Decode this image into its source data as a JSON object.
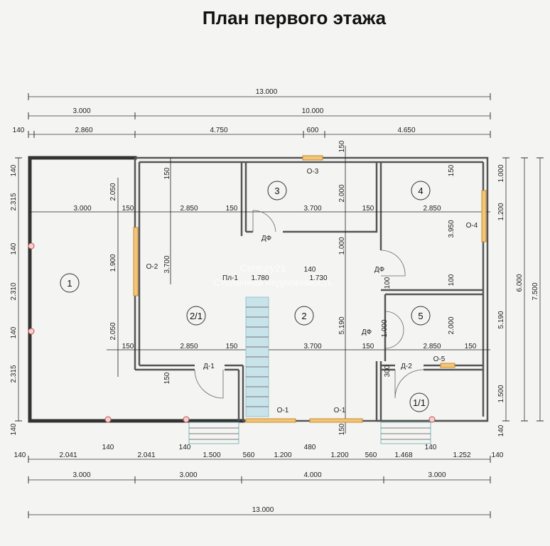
{
  "title": "План первого этажа",
  "overall_dims": {
    "top": "13.000",
    "bottom": "13.000"
  },
  "top_dims": {
    "row2": [
      "3.000",
      "10.000"
    ],
    "row3": [
      "140",
      "2.860",
      "4.750",
      "600",
      "4.650"
    ]
  },
  "bottom_dims": {
    "row1": [
      "140",
      "2.041",
      "140",
      "2.041",
      "140",
      "1.500",
      "560",
      "1.200",
      "480",
      "1.200",
      "560",
      "1.468",
      "140",
      "1.252",
      "140"
    ],
    "row2": [
      "3.000",
      "3.000",
      "4.000",
      "3.000"
    ]
  },
  "left_dims": [
    "140",
    "2.315",
    "140",
    "2.310",
    "140",
    "2.315",
    "140"
  ],
  "right_dims": {
    "inner": [
      "1.000",
      "1.200",
      "5.190",
      "1.500",
      "140"
    ],
    "middle": [
      "6.000"
    ],
    "outer": [
      "7.500"
    ]
  },
  "inner_dims": {
    "top_row": [
      "3.000",
      "150",
      "2.850",
      "150",
      "3.700",
      "150",
      "2.850"
    ],
    "bottom_row": [
      "150",
      "2.850",
      "150",
      "3.700",
      "150",
      "2.850",
      "150"
    ],
    "vertical": [
      "150",
      "2.050",
      "1.900",
      "2.050",
      "150",
      "3.700",
      "2.000",
      "1.000",
      "5.190",
      "150",
      "3.950",
      "100",
      "1.000",
      "2.000",
      "150",
      "1.780",
      "1.730",
      "150",
      "100",
      "300",
      "140"
    ]
  },
  "rooms": [
    "1",
    "2/1",
    "2",
    "3",
    "4",
    "5",
    "1/1"
  ],
  "labels": {
    "windows": [
      "О-1",
      "О-1",
      "О-2",
      "О-3",
      "О-4",
      "О-5"
    ],
    "doors": [
      "Д-1",
      "Д-2",
      "ДФ",
      "ДФ",
      "ДФ"
    ],
    "floor": "Пл-1"
  },
  "watermark": [
    "Century21",
    "Столичная недвижимость"
  ],
  "colors": {
    "background": "#f4f4f2",
    "walls": "#333333",
    "windows": "#f1c57a",
    "stairs": "#c9e3ea",
    "posts": "#c05050"
  }
}
